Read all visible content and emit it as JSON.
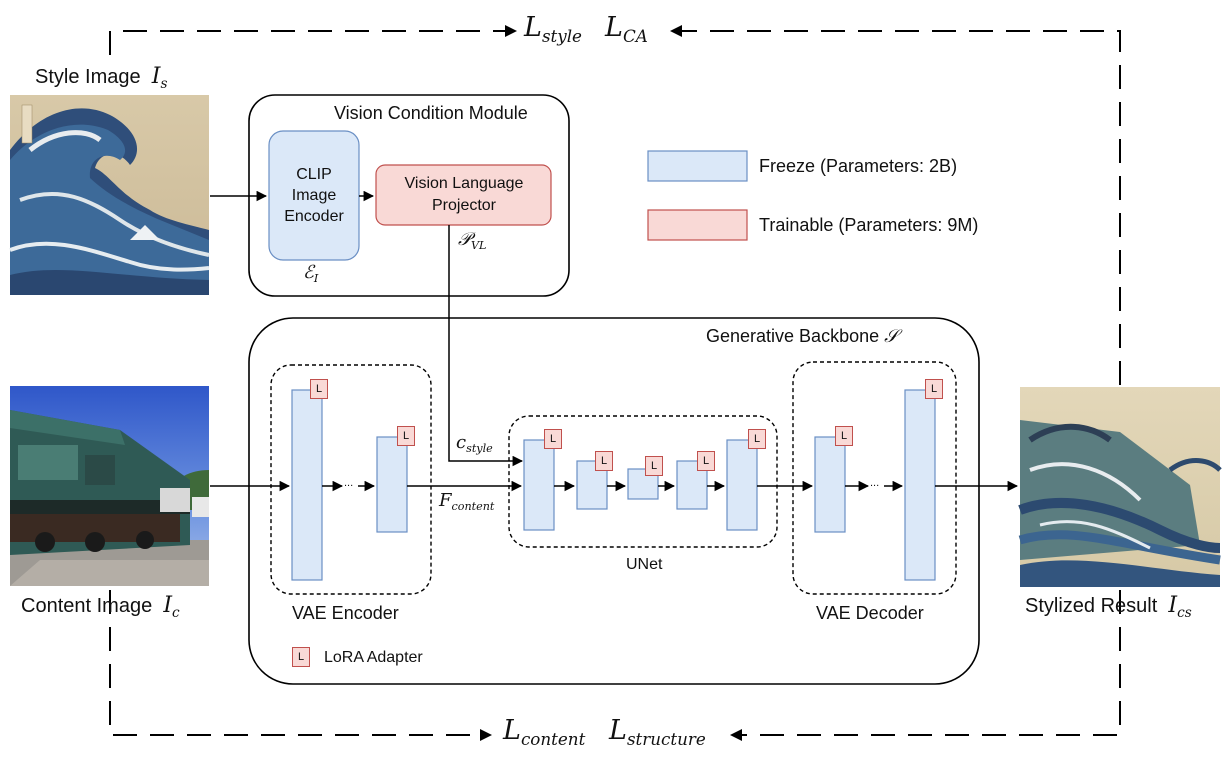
{
  "colors": {
    "freeze_fill": "#dbe8f8",
    "freeze_stroke": "#6a8fc4",
    "trainable_fill": "#f9d9d6",
    "trainable_stroke": "#c0504d",
    "line": "#000000"
  },
  "losses": {
    "top_left": {
      "base": "L",
      "sub": "style"
    },
    "top_right": {
      "base": "L",
      "sub": "CA"
    },
    "bottom_left": {
      "base": "L",
      "sub": "content"
    },
    "bottom_right": {
      "base": "L",
      "sub": "structure"
    }
  },
  "inputs": {
    "style_image_label": "Style Image",
    "style_image_symbol": {
      "base": "I",
      "sub": "s"
    },
    "content_image_label": "Content Image",
    "content_image_symbol": {
      "base": "I",
      "sub": "c"
    }
  },
  "output": {
    "label": "Stylized Result",
    "symbol": {
      "base": "I",
      "sub": "cs"
    }
  },
  "vision_module": {
    "title": "Vision Condition Module",
    "clip_label": "CLIP Image Encoder",
    "clip_symbol": {
      "base": "ℰ",
      "sub": "I"
    },
    "projector_label": "Vision Language Projector",
    "projector_symbol": {
      "base": "𝒫",
      "sub": "VL"
    }
  },
  "backbone": {
    "title": "Generative Backbone",
    "symbol": "𝒮",
    "vae_encoder_label": "VAE Encoder",
    "vae_decoder_label": "VAE Decoder",
    "unet_label": "UNet",
    "c_style": {
      "base": "c",
      "sub": "style"
    },
    "f_content": {
      "base": "F",
      "sub": "content"
    },
    "ellipsis": "...",
    "lora_mark": "L",
    "lora_legend": "LoRA Adapter"
  },
  "legend": {
    "freeze": "Freeze (Parameters: 2B)",
    "trainable": "Trainable (Parameters: 9M)"
  }
}
